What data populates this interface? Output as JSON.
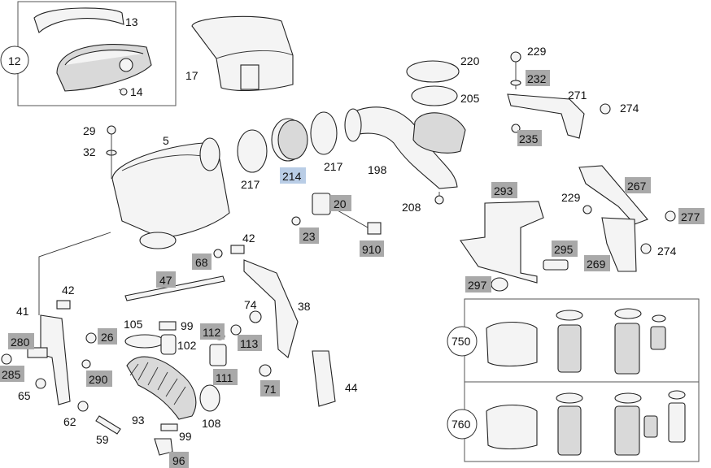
{
  "labels": {
    "p12": "12",
    "p13": "13",
    "p14": "14",
    "p17": "17",
    "p220": "220",
    "p205": "205",
    "p198": "198",
    "p208": "208",
    "p229a": "229",
    "p232": "232",
    "p271": "271",
    "p274a": "274",
    "p235": "235",
    "p29": "29",
    "p32": "32",
    "p5": "5",
    "p217a": "217",
    "p214": "214",
    "p217b": "217",
    "p20": "20",
    "p23": "23",
    "p910": "910",
    "p293": "293",
    "p267": "267",
    "p229b": "229",
    "p277": "277",
    "p295": "295",
    "p269": "269",
    "p274b": "274",
    "p297": "297",
    "p42a": "42",
    "p68": "68",
    "p47": "47",
    "p42b": "42",
    "p41": "41",
    "p26": "26",
    "p280": "280",
    "p285": "285",
    "p290": "290",
    "p65": "65",
    "p62": "62",
    "p59": "59",
    "p105": "105",
    "p99a": "99",
    "p102": "102",
    "p112": "112",
    "p113": "113",
    "p111": "111",
    "p74": "74",
    "p38": "38",
    "p71": "71",
    "p44": "44",
    "p93": "93",
    "p108": "108",
    "p99b": "99",
    "p96": "96",
    "p750": "750",
    "p760": "760"
  },
  "colors": {
    "highlight_gray": "#a9a9a9",
    "highlight_blue": "#b9cde6"
  }
}
